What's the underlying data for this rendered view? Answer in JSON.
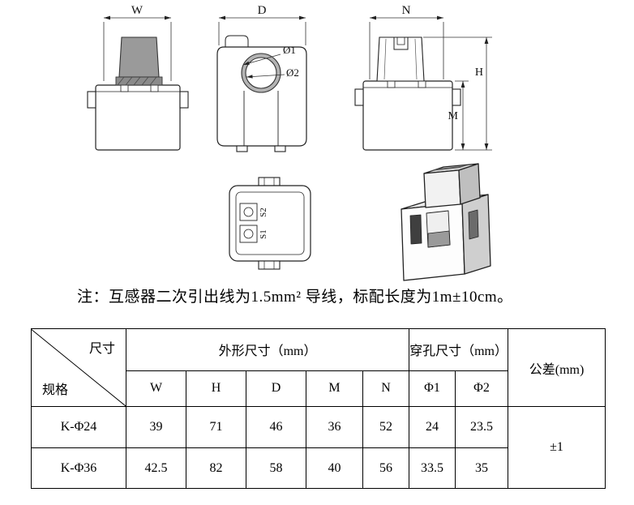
{
  "drawings": {
    "front_view": {
      "dim_w": "W"
    },
    "side_view": {
      "dim_d": "D",
      "dia1": "Ø1",
      "dia2": "Ø2"
    },
    "right_view": {
      "dim_n": "N",
      "dim_m": "M",
      "dim_h": "H"
    },
    "bottom_view": {
      "terminal_top": "S2",
      "terminal_bottom": "S1"
    }
  },
  "note": "注：互感器二次引出线为1.5mm² 导线，标配长度为1m±10cm。",
  "table": {
    "corner": {
      "top_right": "尺寸",
      "bottom_left": "规格"
    },
    "group_outline": "外形尺寸（mm）",
    "group_hole": "穿孔尺寸（mm）",
    "tolerance_header": "公差(mm)",
    "columns": [
      "W",
      "H",
      "D",
      "M",
      "N",
      "Φ1",
      "Φ2"
    ],
    "rows": [
      {
        "spec": "K-Φ24",
        "values": [
          "39",
          "71",
          "46",
          "36",
          "52",
          "24",
          "23.5"
        ]
      },
      {
        "spec": "K-Φ36",
        "values": [
          "42.5",
          "82",
          "58",
          "40",
          "56",
          "33.5",
          "35"
        ]
      }
    ],
    "tolerance_value": "±1"
  }
}
